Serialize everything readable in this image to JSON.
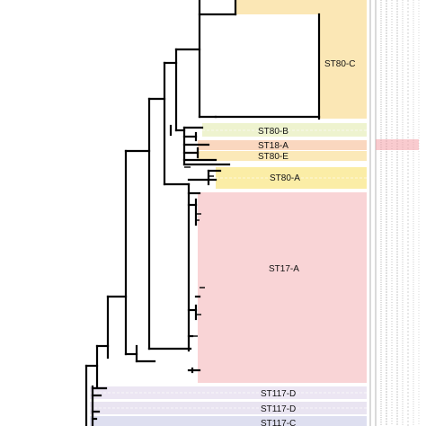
{
  "clades": [
    {
      "key": "st80-c",
      "label": "ST80-C",
      "color": "#fbe7b5"
    },
    {
      "key": "st80-b",
      "label": "ST80-B",
      "color": "#eef3cf"
    },
    {
      "key": "st18-a",
      "label": "ST18-A",
      "color": "#fad7bf"
    },
    {
      "key": "st80-e",
      "label": "ST80-E",
      "color": "#fbe9b8"
    },
    {
      "key": "st80-a",
      "label": "ST80-A",
      "color": "#fbeda6"
    },
    {
      "key": "st17-a",
      "label": "ST17-A",
      "color": "#f9d4d6"
    },
    {
      "key": "st117-d-1",
      "label": "ST117-D",
      "color": "#ece6f3"
    },
    {
      "key": "st117-d-2",
      "label": "ST117-D",
      "color": "#e9e4f1"
    },
    {
      "key": "st117-c",
      "label": "ST117-C",
      "color": "#dedff0"
    }
  ],
  "colors": {
    "branch": "#000000",
    "metadata_text": "#9a9a9a",
    "metadata_highlight": "#f4a0a8"
  }
}
